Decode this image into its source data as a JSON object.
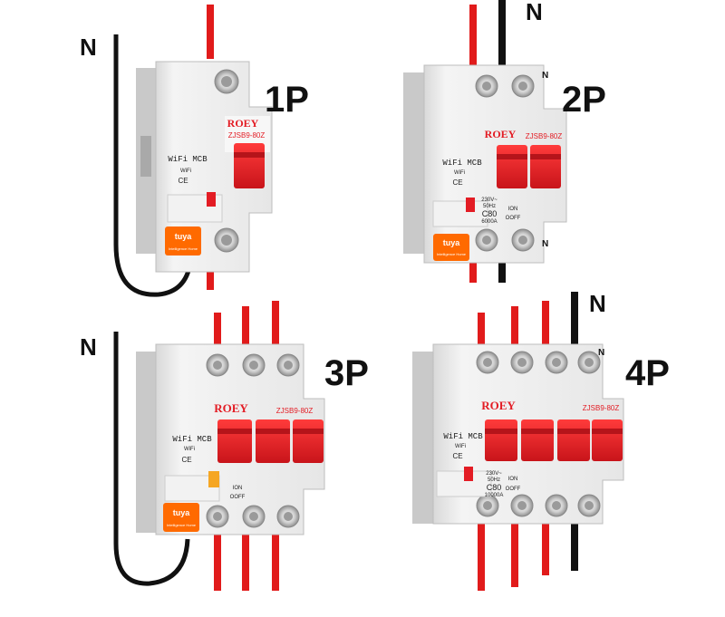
{
  "colors": {
    "live_wire": "#e11b1b",
    "neutral_wire": "#111111",
    "housing": "#ededed",
    "housing_shade": "#cfcfcf",
    "handle": "#e31c24",
    "handle_dark": "#b5141a",
    "brand": "#e31c24",
    "tuya_badge": "#ff6a00"
  },
  "brand_name": "ROEY",
  "model": "ZJSB9-80Z",
  "wifi_label": "WiFi MCB",
  "wifi_badge": "WiFi",
  "ce_mark": "CE",
  "tuya_badge": "tuya",
  "tuya_sub": "Intelligence Home",
  "neutral_letter": "N",
  "rating_current": "C80",
  "breaking_capacity": "6000A",
  "breaking_capacity_4p": "10000A",
  "voltage": "230V~",
  "frequency": "50Hz",
  "on_label": "ION",
  "off_label": "OOFF",
  "variants": [
    {
      "pole_label": "1P"
    },
    {
      "pole_label": "2P"
    },
    {
      "pole_label": "3P"
    },
    {
      "pole_label": "4P"
    }
  ]
}
